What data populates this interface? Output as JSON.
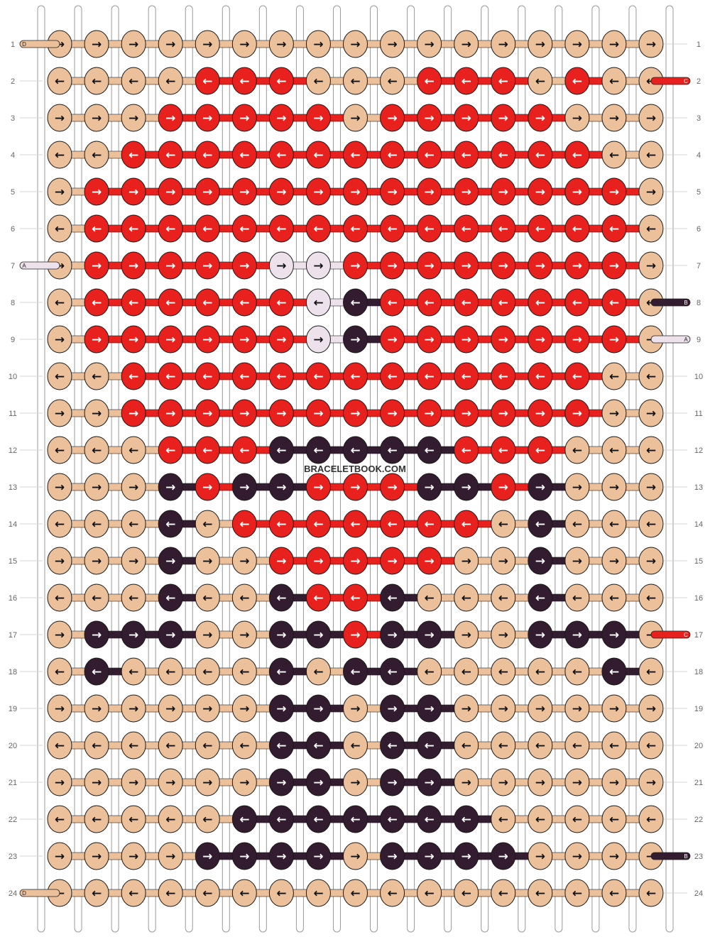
{
  "watermark": "BRACELETBOOK.COM",
  "colors": {
    "D": "#ecc09a",
    "C": "#e8211f",
    "A": "#ede1ec",
    "B": "#341c30"
  },
  "row_labels": [
    "1",
    "2",
    "3",
    "4",
    "5",
    "6",
    "7",
    "8",
    "9",
    "10",
    "11",
    "12",
    "13",
    "14",
    "15",
    "16",
    "17",
    "18",
    "19",
    "20",
    "21",
    "22",
    "23",
    "24"
  ],
  "direction_glyphs": {
    "R": "→",
    "L": "←"
  },
  "grid": [
    "DDDDDDDDDDDDDDDDD",
    "DDDDCCCDDDCCCDCDD",
    "DDDCCCCCDCCCCCDDD",
    "DDCCCCCCCCCCCCCDD",
    "DCCCCCCCCCCCCCCCD",
    "DCCCCCCCCCCCCCCCD",
    "DCCCCCAACCCCCCCCD",
    "DCCCCCCABCCCCCCCD",
    "DCCCCCCABCCCCCCCD",
    "DDCCCCCCCCCCCCCDD",
    "DDCCCCCCCCCCCCCDD",
    "DDDCCCBBBBBCCCDDD",
    "DDDBCBBCCCBBCBDDD",
    "DDDBDCCCCCCCDBDDD",
    "DDDBDDCCCCCDDBDDD",
    "DDDBDDBCCBDDDBDDD",
    "DBBBDDBBCBBDDBBBD",
    "DBDDDDBDBBDDDDDBD",
    "DDDDDDBBDBBDDDDDD",
    "DDDDDDBBDBBDDDDDD",
    "DDDDDDBBDBBDDDDDD",
    "DDDDDBBBBBBBDDDDD",
    "DDDDBBBBDBBBBDDDD",
    "DDDDDDDDDDDDDDDDD"
  ],
  "left_thread_ends": [
    {
      "row": 1,
      "letter": "D"
    },
    {
      "row": 7,
      "letter": "A"
    },
    {
      "row": 24,
      "letter": "D"
    }
  ],
  "right_thread_ends": [
    {
      "row": 2,
      "letter": "C"
    },
    {
      "row": 8,
      "letter": "B"
    },
    {
      "row": 9,
      "letter": "A"
    },
    {
      "row": 17,
      "letter": "C"
    },
    {
      "row": 23,
      "letter": "B"
    }
  ]
}
